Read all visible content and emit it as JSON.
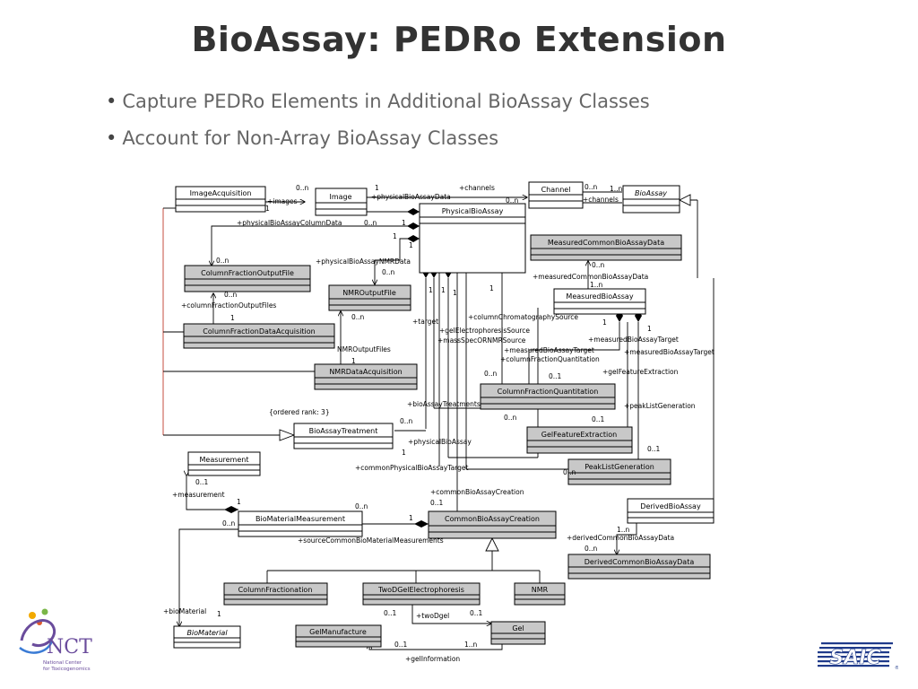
{
  "slide": {
    "title": "BioAssay: PEDRo Extension",
    "bullets": [
      "Capture PEDRo Elements in Additional BioAssay Classes",
      "Account for Non-Array BioAssay Classes"
    ]
  },
  "classes": {
    "ImageAcquisition": "ImageAcquisition",
    "Image": "Image",
    "Channel": "Channel",
    "BioAssay": "BioAssay",
    "PhysicalBioAssay": "PhysicalBioAssay",
    "MeasuredCommonBioAssayData": "MeasuredCommonBioAssayData",
    "ColumnFractionOutputFile": "ColumnFractionOutputFile",
    "MeasuredBioAssay": "MeasuredBioAssay",
    "NMROutputFile": "NMROutputFile",
    "ColumnFractionDataAcquisition": "ColumnFractionDataAcquisition",
    "NMRDataAcquisition": "NMRDataAcquisition",
    "ColumnFractionQuantitation": "ColumnFractionQuantitation",
    "GelFeatureExtraction": "GelFeatureExtraction",
    "BioAssayTreatment": "BioAssayTreatment",
    "PeakListGeneration": "PeakListGeneration",
    "Measurement": "Measurement",
    "DerivedBioAssay": "DerivedBioAssay",
    "BioMaterialMeasurement": "BioMaterialMeasurement",
    "CommonBioAssayCreation": "CommonBioAssayCreation",
    "DerivedCommonBioAssayData": "DerivedCommonBioAssayData",
    "ColumnFractionation": "ColumnFractionation",
    "TwoDGelElectrophoresis": "TwoDGelElectrophoresis",
    "NMR": "NMR",
    "Gel": "Gel",
    "BioMaterial": "BioMaterial",
    "GelManufacture": "GelManufacture"
  },
  "labels": {
    "images": "+images",
    "img_mult_on": "0..n",
    "img_one": "1",
    "acq_one": "1",
    "physicalBioAssayData": "+physicalBioAssayData",
    "channels_top": "+channels",
    "channels_on": "0..n",
    "channel_on": "0..n",
    "bioassay_1n": "1..n",
    "channels_right": "+channels",
    "physicalBioAssayColumnData": "+physicalBioAssayColumnData",
    "pba_col_on": "0..n",
    "pba_col_1": "1",
    "cfof_on": "0..n",
    "physicalBioAssayNMRData": "+physicalBioAssayNMRData",
    "nmr_data_1": "1",
    "nmr_data_on": "0..n",
    "pba_1a": "1",
    "mcbd_on": "0..n",
    "measuredCommonBioAssayData": "+measuredCommonBioAssayData",
    "mba_1n": "1..n",
    "cfof_on2": "0..n",
    "columnFractionOutputFiles": "+columnFractionOutputFiles",
    "cfda_1": "1",
    "nmrof_on": "0..n",
    "NMROutputFiles": "NMROutputFiles",
    "nmrda_1": "1",
    "pba_1b": "1",
    "pba_1c": "1",
    "pba_1d": "1",
    "pba_1e": "1",
    "target": "+target",
    "columnChromatographySource": "+columnChromatographySource",
    "gelElectrophoresisSource": "+gelElectrophoresisSource",
    "massSpecORNMRSource": "+massSpecORNMRSource",
    "measuredBioAssayTarget1": "+measuredBioAssayTarget",
    "columnFractionQuantitation": "+columnFractionQuantitation",
    "mba_1a": "1",
    "mba_1b": "1",
    "measuredBioAssayTarget2": "+measuredBioAssayTarget",
    "measuredBioAssayTarget3": "+measuredBioAssayTarget",
    "gelFeatureExtraction": "+gelFeatureExtraction",
    "cfq_on": "0..n",
    "cfq_01": "0..1",
    "bioAssayTreatments": "+bioAssayTreatments",
    "peakListGeneration": "+peakListGeneration",
    "ordered_rank": "{ordered rank: 3}",
    "bat_on": "0..n",
    "gfe_on": "0..n",
    "gfe_01": "0..1",
    "physicalBioAssay": "+physicalBioAssay",
    "bat_1": "1",
    "plg_01": "0..1",
    "commonPhysicalBioAssayTarget": "+commonPhysicalBioAssayTarget",
    "plg_on": "0..n",
    "meas_01": "0..1",
    "measurement": "+measurement",
    "commonBioAssayCreation": "+commonBioAssayCreation",
    "cbac_01": "0..1",
    "bmm_1": "1",
    "bmm_on": "0..n",
    "bmm_on2": "0..n",
    "cbac_1": "1",
    "sourceCommonBioMaterialMeasurements": "+sourceCommonBioMaterialMeasurements",
    "dba_1n": "1..n",
    "derivedCommonBioAssayData": "+derivedCommonBioAssayData",
    "dcbd_on": "0..n",
    "bioMaterial": "+bioMaterial",
    "bm_1": "1",
    "twod_01": "0..1",
    "twoDgel": "+twoDgel",
    "gel_01": "0..1",
    "gm_01": "0..1",
    "gel_1n": "1..n",
    "gelInformation": "+gelInformation"
  },
  "logos": {
    "nct_short": "NCT",
    "nct_line1": "National Center",
    "nct_line2": "for Toxicogenomics",
    "saic": "SAIC"
  },
  "colors": {
    "class_header_grey": "#c8c8c8",
    "class_header_white": "#ffffff",
    "title_text": "#333333",
    "bullet_text": "#666666"
  }
}
